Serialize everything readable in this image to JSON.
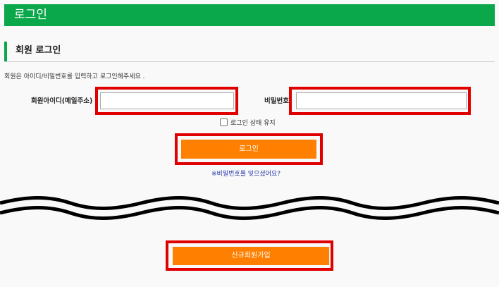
{
  "header": {
    "title": "로그인"
  },
  "section": {
    "title": "회원 로그인"
  },
  "instructions": "회원은 아이디/비밀번호를 입력하고 로그인해주세요 .",
  "form": {
    "id_label": "회원아이디(메일주소)",
    "id_value": "",
    "pw_label": "비밀번호",
    "pw_value": "",
    "keep_login_label": "로그인 상태 유지",
    "keep_login_checked": false,
    "login_button": "로그인",
    "forgot_link": "※비밀번호를 잊으셨어요?"
  },
  "signup": {
    "button": "신규회원가입"
  },
  "colors": {
    "header_green": "#0aa84a",
    "button_orange": "#ff8000",
    "highlight_red": "#e00000",
    "link_blue": "#2233aa"
  }
}
